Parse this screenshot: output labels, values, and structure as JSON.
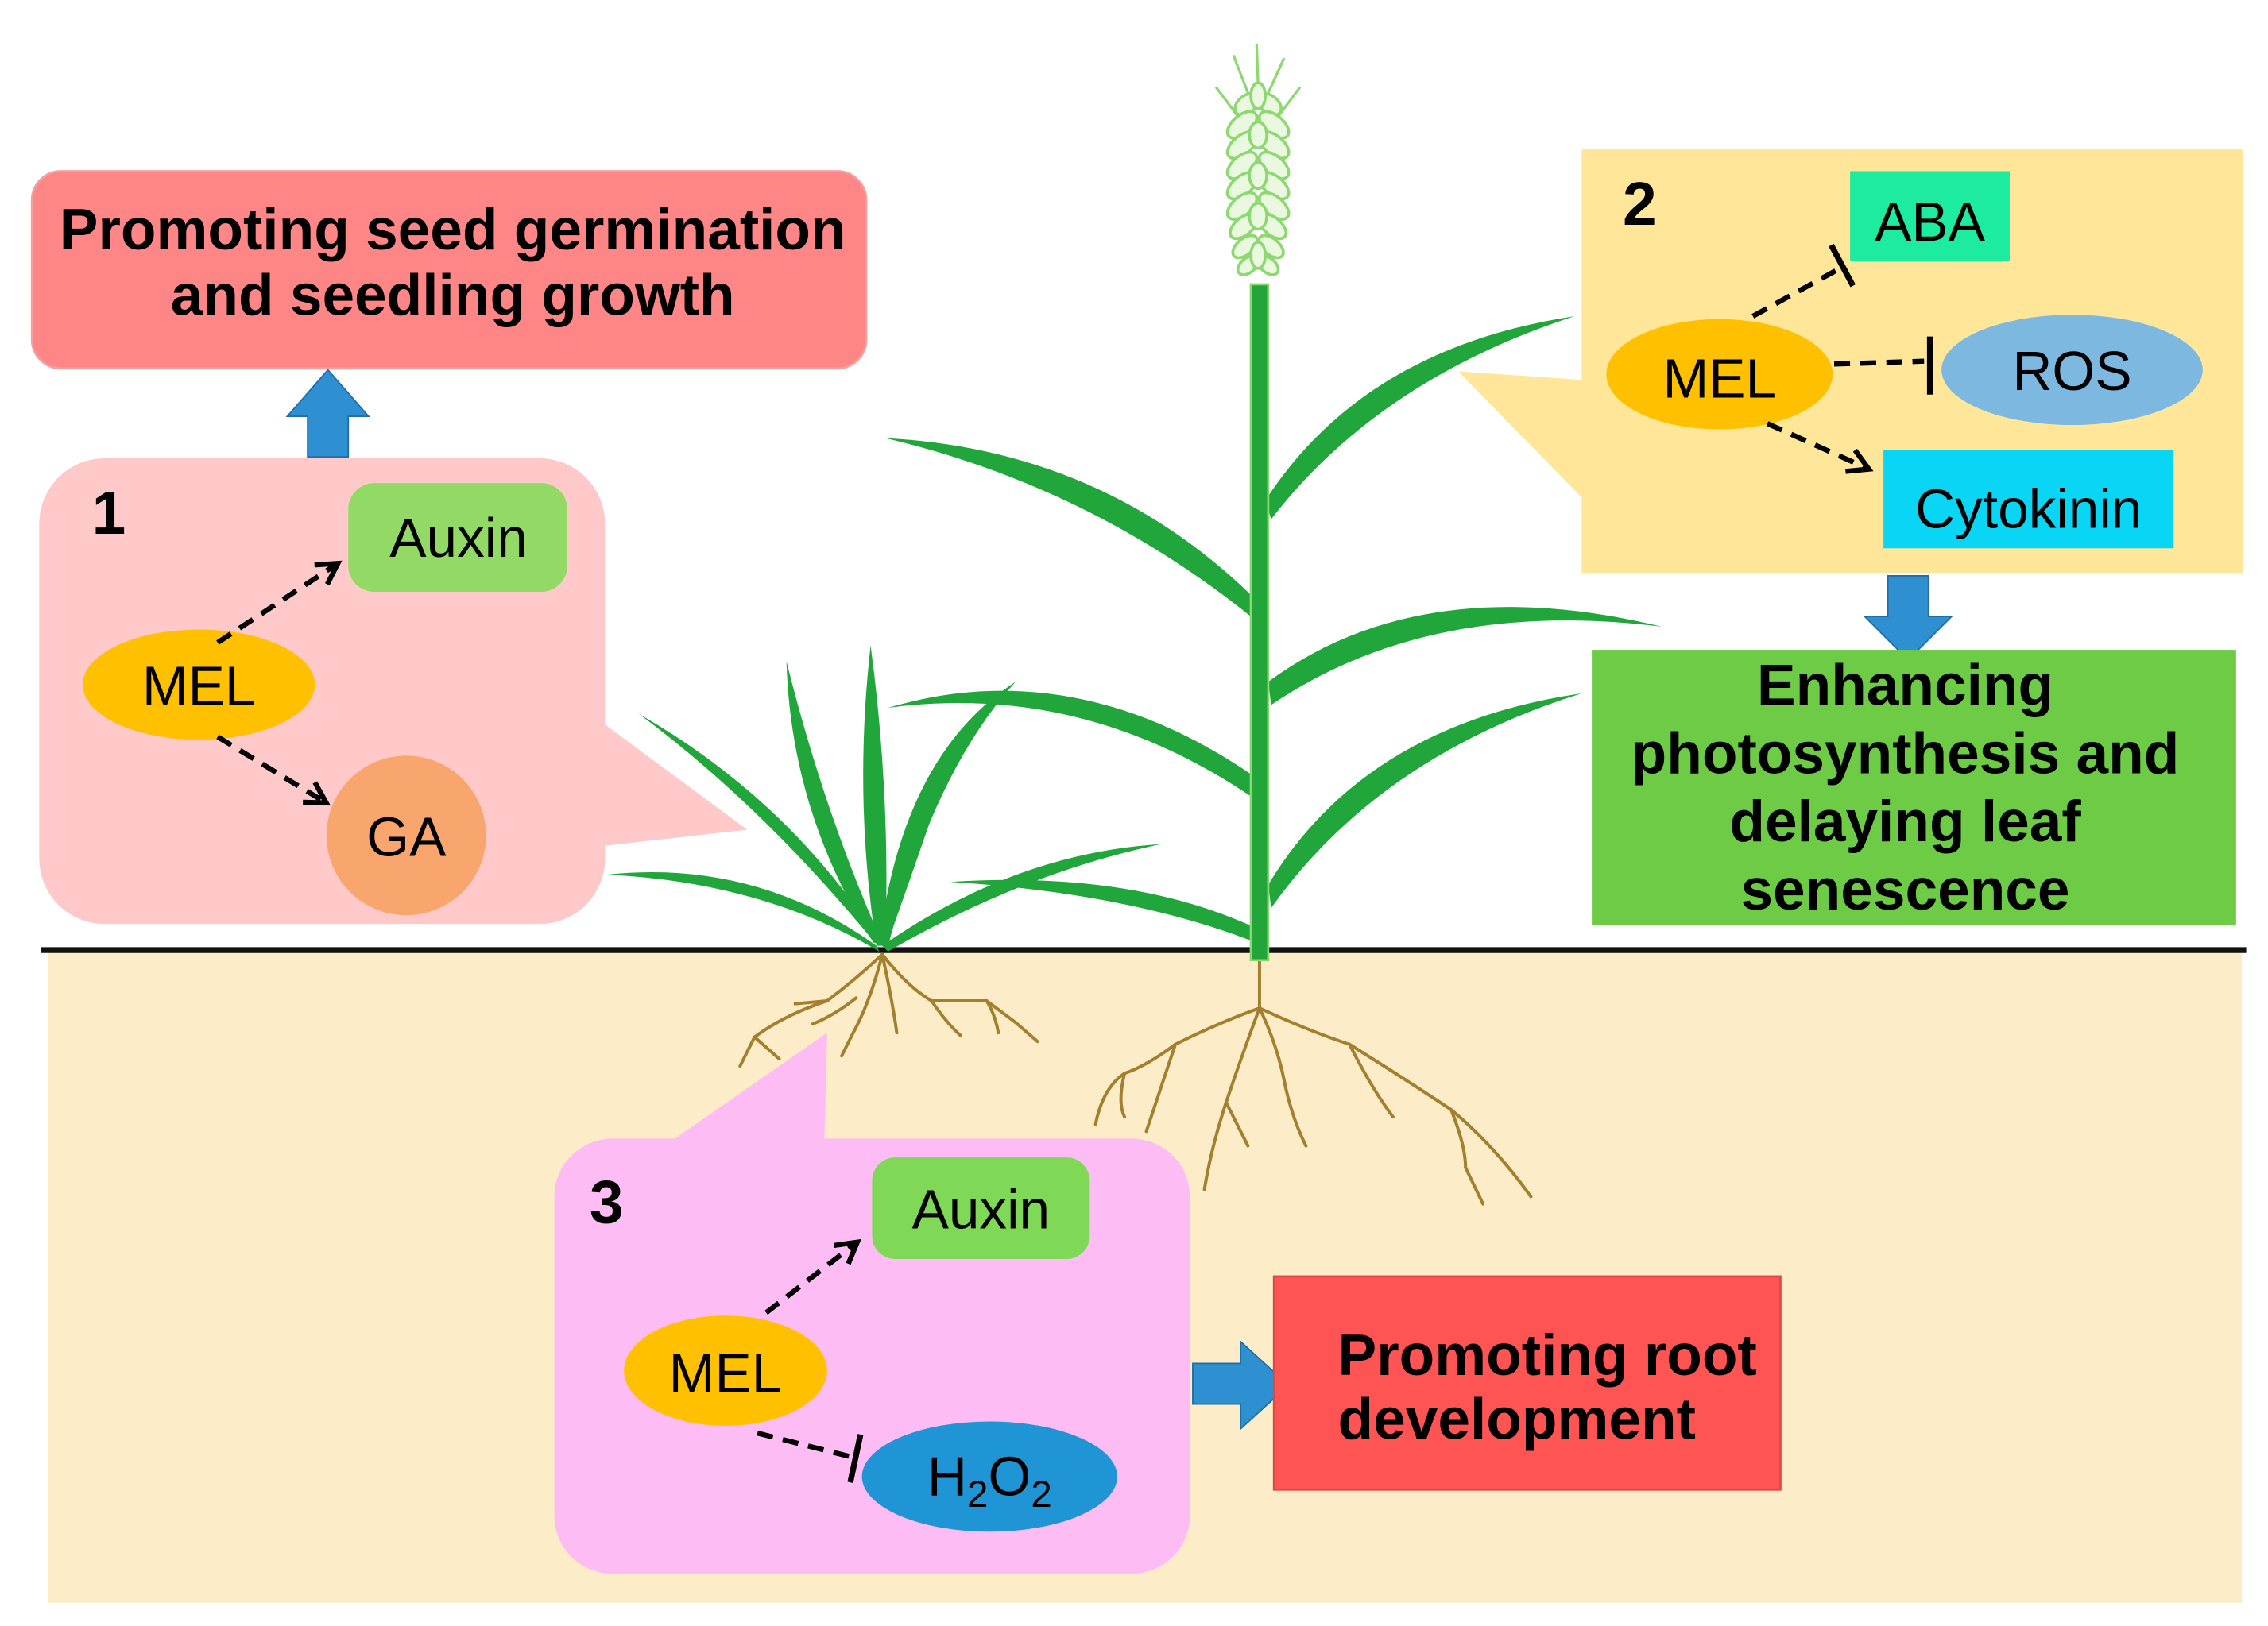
{
  "outcome_seed": {
    "lines": [
      "Promoting seed germination",
      "and seedling growth"
    ]
  },
  "panel1": {
    "number": "1",
    "auxin": "Auxin",
    "mel": "MEL",
    "ga": "GA"
  },
  "panel2": {
    "number": "2",
    "aba": "ABA",
    "mel": "MEL",
    "ros": "ROS",
    "cytokinin": "Cytokinin"
  },
  "outcome_leaf": {
    "lines": [
      "Enhancing",
      "photosynthesis and",
      "delaying leaf",
      "senescence"
    ]
  },
  "panel3": {
    "number": "3",
    "auxin": "Auxin",
    "mel": "MEL",
    "h2o2": {
      "h": "H",
      "sub1": "2",
      "o": "O",
      "sub2": "2"
    }
  },
  "outcome_root": {
    "lines": [
      "Promoting root",
      "development"
    ]
  },
  "colors": {
    "outcome_seed": "#FF8686",
    "panel1": "#FFC9C9",
    "panel2": "#FFE699",
    "panel3": "#FDBDF4",
    "outcome_leaf": "#6DCB46",
    "outcome_root": "#FF5454",
    "mel": "#FFC000",
    "auxin": "#92D966",
    "auxin_root": "#7FD856",
    "ga": "#F9A56E",
    "aba": "#1DEB9F",
    "ros": "#7DB8E0",
    "cytokinin": "#09D6F4",
    "h2o2": "#1F95D6",
    "arrow": "#2E90D1",
    "leaf": "#21A63B",
    "root": "#A2802F",
    "soil": "#FDECC8"
  }
}
